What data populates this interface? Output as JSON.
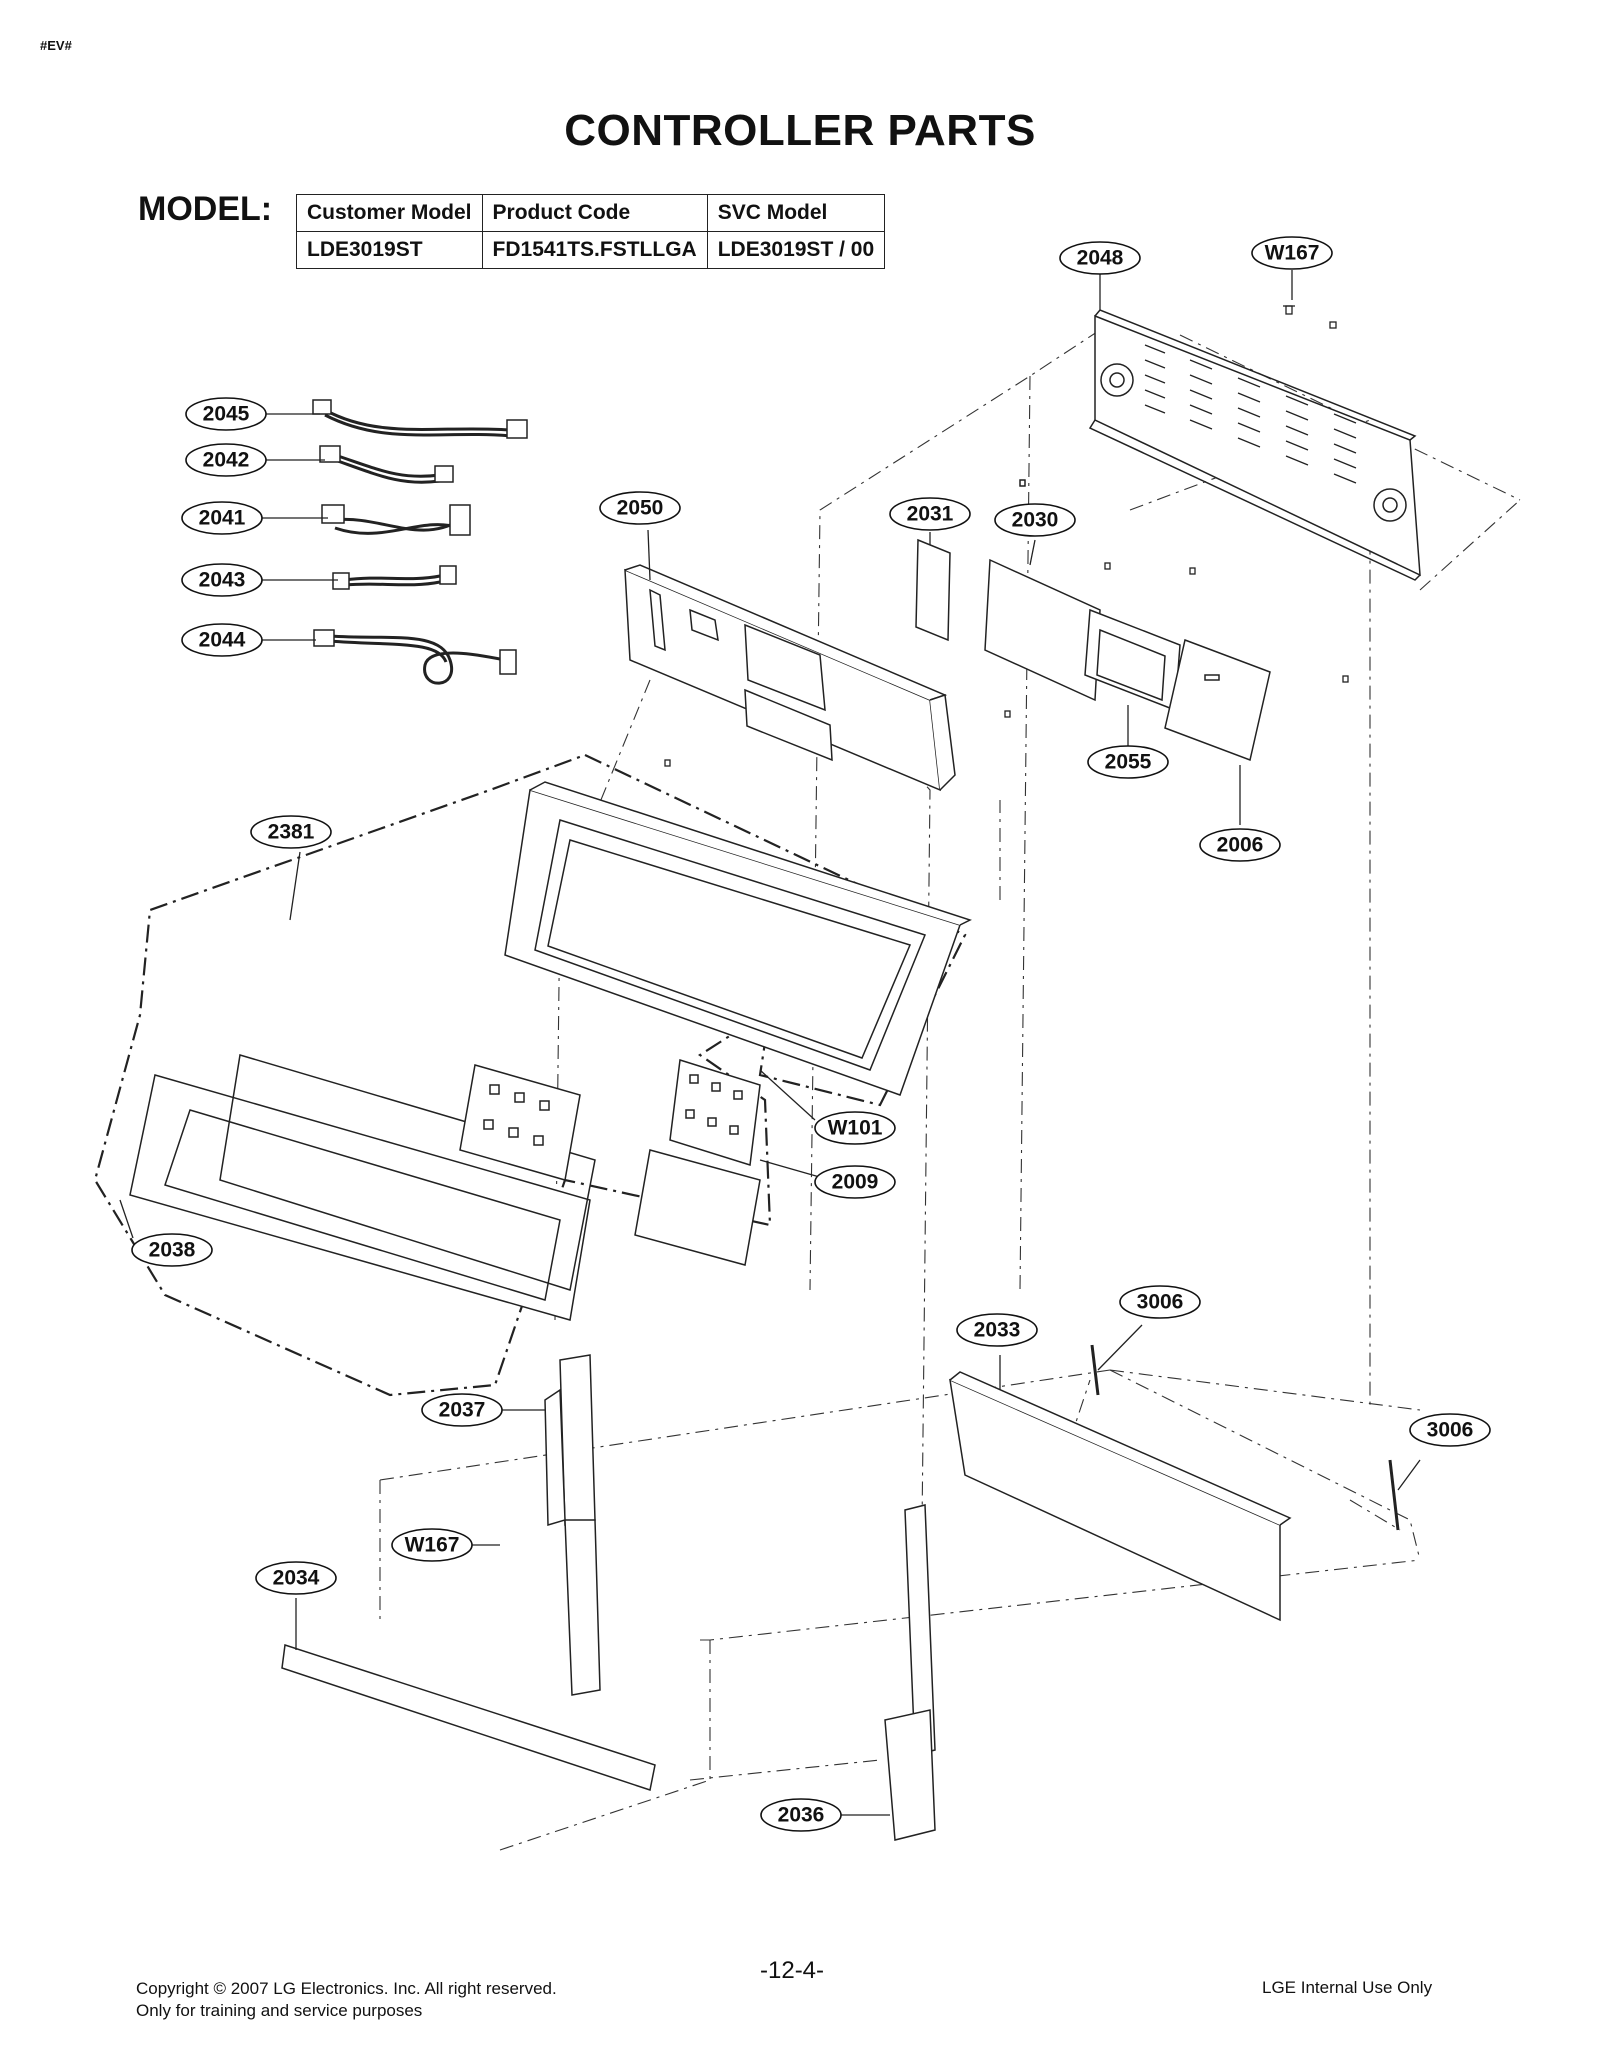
{
  "header": {
    "tag": "#EV#",
    "title": "CONTROLLER PARTS",
    "model_label": "MODEL:"
  },
  "model_table": {
    "columns": [
      "Customer Model",
      "Product Code",
      "SVC Model"
    ],
    "row": [
      "LDE3019ST",
      "FD1541TS.FSTLLGA",
      "LDE3019ST / 00"
    ]
  },
  "callouts": [
    {
      "id": "c2048",
      "label": "2048"
    },
    {
      "id": "cW167a",
      "label": "W167"
    },
    {
      "id": "c2045",
      "label": "2045"
    },
    {
      "id": "c2042",
      "label": "2042"
    },
    {
      "id": "c2041",
      "label": "2041"
    },
    {
      "id": "c2043",
      "label": "2043"
    },
    {
      "id": "c2044",
      "label": "2044"
    },
    {
      "id": "c2050",
      "label": "2050"
    },
    {
      "id": "c2031",
      "label": "2031"
    },
    {
      "id": "c2030",
      "label": "2030"
    },
    {
      "id": "c2055",
      "label": "2055"
    },
    {
      "id": "c2006",
      "label": "2006"
    },
    {
      "id": "c2381",
      "label": "2381"
    },
    {
      "id": "cW101",
      "label": "W101"
    },
    {
      "id": "c2009",
      "label": "2009"
    },
    {
      "id": "c2038",
      "label": "2038"
    },
    {
      "id": "c3006a",
      "label": "3006"
    },
    {
      "id": "c2033",
      "label": "2033"
    },
    {
      "id": "c3006b",
      "label": "3006"
    },
    {
      "id": "c2037",
      "label": "2037"
    },
    {
      "id": "cW167b",
      "label": "W167"
    },
    {
      "id": "c2034",
      "label": "2034"
    },
    {
      "id": "c2036",
      "label": "2036"
    }
  ],
  "footer": {
    "copyright_line1": "Copyright © 2007 LG Electronics. Inc. All right reserved.",
    "copyright_line2": "Only for training and service purposes",
    "page_number": "-12-4-",
    "internal": "LGE Internal Use Only"
  }
}
